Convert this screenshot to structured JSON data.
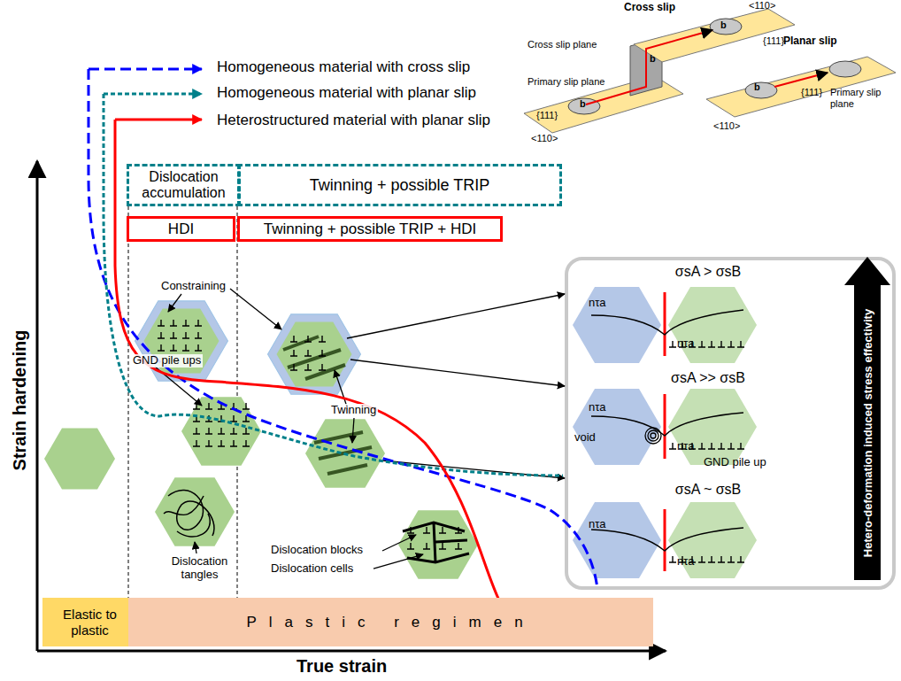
{
  "diagram": {
    "nodes": [
      {
        "text": [
          "Dislocation accumulation"
        ]
      },
      {
        "text": [
          "Twinning + possible TRIP"
        ]
      },
      {
        "text": [
          "HDI"
        ]
      },
      {
        "text": [
          "Twinning + possible TRIP + HDI"
        ]
      },
      {
        "text": [
          "σsA > σsB",
          "nτa",
          "nτa"
        ]
      },
      {
        "text": [
          "σsA >> σsB",
          "nτa",
          "void",
          "nτa",
          "GND pile up"
        ]
      },
      {
        "text": [
          "σsA ~ σsB",
          "nτa",
          "nτa"
        ]
      },
      {
        "text": [
          "Hetero-deformation induced stress effectivity"
        ]
      },
      {
        "text": [
          "Elastic to plastic"
        ]
      },
      {
        "text": [
          "Plastic regimen"
        ]
      }
    ],
    "labels": [
      "Strain hardening",
      "True strain",
      "Constraining",
      "GND pile ups",
      "Twinning",
      "Dislocation tangles",
      "Dislocation blocks",
      "Dislocation cells",
      "Cross slip",
      "<110>",
      "{111}",
      "b",
      "b",
      "Cross slip plane",
      "Primary slip plane",
      "{111}",
      "b",
      "<110>",
      "Planar slip",
      "b",
      "{111}",
      "Primary slip plane",
      "<110>"
    ],
    "legend": [
      {
        "text": "Homogeneous material with cross slip"
      },
      {
        "text": "Homogeneous material with planar slip"
      },
      {
        "text": "Heterostructured material with planar slip"
      }
    ]
  }
}
